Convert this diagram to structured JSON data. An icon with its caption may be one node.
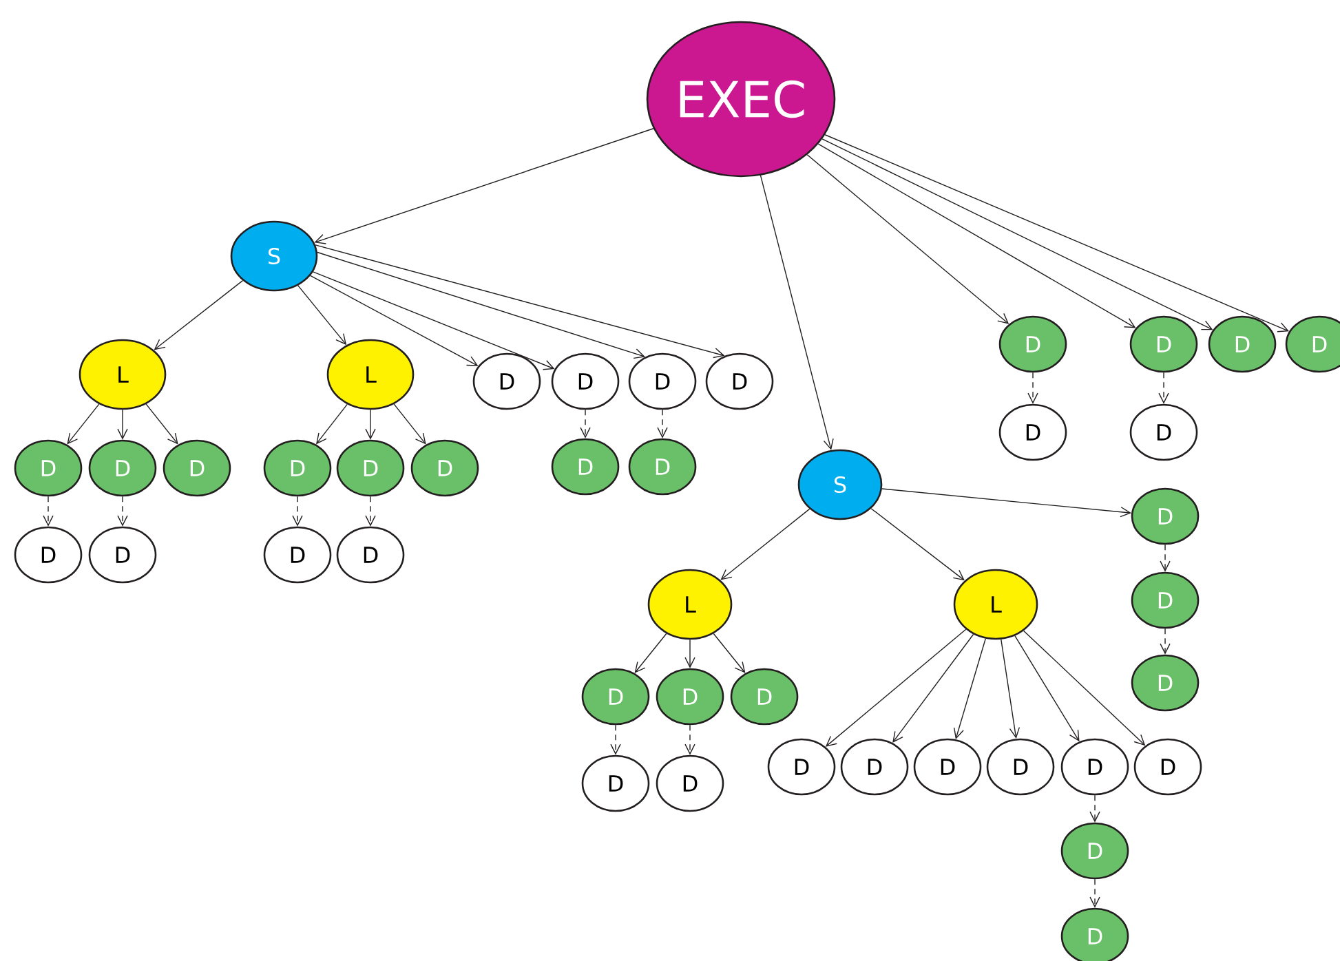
{
  "diagram": {
    "nodes": [
      {
        "text": [
          "EXEC"
        ]
      },
      {
        "text": [
          "S"
        ]
      },
      {
        "text": [
          "L"
        ]
      },
      {
        "text": [
          "L"
        ]
      },
      {
        "text": [
          "D"
        ]
      },
      {
        "text": [
          "D"
        ]
      },
      {
        "text": [
          "D"
        ]
      },
      {
        "text": [
          "D"
        ]
      },
      {
        "text": [
          "D"
        ]
      },
      {
        "text": [
          "D"
        ]
      },
      {
        "text": [
          "D"
        ]
      },
      {
        "text": [
          "D"
        ]
      },
      {
        "text": [
          "D"
        ]
      },
      {
        "text": [
          "D"
        ]
      },
      {
        "text": [
          "D"
        ]
      },
      {
        "text": [
          "D"
        ]
      },
      {
        "text": [
          "D"
        ]
      },
      {
        "text": [
          "D"
        ]
      },
      {
        "text": [
          "D"
        ]
      },
      {
        "text": [
          "D"
        ]
      },
      {
        "text": [
          "D"
        ]
      },
      {
        "text": [
          "D"
        ]
      },
      {
        "text": [
          "S"
        ]
      },
      {
        "text": [
          "D"
        ]
      },
      {
        "text": [
          "D"
        ]
      },
      {
        "text": [
          "D"
        ]
      },
      {
        "text": [
          "D"
        ]
      },
      {
        "text": [
          "D"
        ]
      },
      {
        "text": [
          "D"
        ]
      },
      {
        "text": [
          "L"
        ]
      },
      {
        "text": [
          "L"
        ]
      },
      {
        "text": [
          "D"
        ]
      },
      {
        "text": [
          "D"
        ]
      },
      {
        "text": [
          "D"
        ]
      },
      {
        "text": [
          "D"
        ]
      },
      {
        "text": [
          "D"
        ]
      },
      {
        "text": [
          "D"
        ]
      },
      {
        "text": [
          "D"
        ]
      },
      {
        "text": [
          "D"
        ]
      },
      {
        "text": [
          "D"
        ]
      },
      {
        "text": [
          "D"
        ]
      },
      {
        "text": [
          "D"
        ]
      },
      {
        "text": [
          "D"
        ]
      },
      {
        "text": [
          "D"
        ]
      },
      {
        "text": [
          "D"
        ]
      }
    ],
    "edges": [
      {
        "from": 0,
        "to": 1,
        "arrow": "to"
      },
      {
        "from": 0,
        "to": 22,
        "arrow": "to"
      },
      {
        "from": 0,
        "to": 8,
        "arrow": "to"
      },
      {
        "from": 0,
        "to": 9,
        "arrow": "to"
      },
      {
        "from": 0,
        "to": 10,
        "arrow": "to"
      },
      {
        "from": 0,
        "to": 11,
        "arrow": "to"
      },
      {
        "from": 1,
        "to": 2,
        "arrow": "to"
      },
      {
        "from": 1,
        "to": 3,
        "arrow": "to"
      },
      {
        "from": 1,
        "to": 4,
        "arrow": "to"
      },
      {
        "from": 1,
        "to": 5,
        "arrow": "to"
      },
      {
        "from": 1,
        "to": 6,
        "arrow": "to"
      },
      {
        "from": 1,
        "to": 7,
        "arrow": "to"
      },
      {
        "from": 2,
        "to": 14,
        "arrow": "to"
      },
      {
        "from": 2,
        "to": 15,
        "arrow": "to"
      },
      {
        "from": 2,
        "to": 16,
        "arrow": "to"
      },
      {
        "from": 3,
        "to": 17,
        "arrow": "to"
      },
      {
        "from": 3,
        "to": 18,
        "arrow": "to"
      },
      {
        "from": 3,
        "to": 19,
        "arrow": "to"
      },
      {
        "from": 14,
        "to": 24,
        "arrow": "to",
        "style": "dashed"
      },
      {
        "from": 15,
        "to": 25,
        "arrow": "to",
        "style": "dashed"
      },
      {
        "from": 17,
        "to": 26,
        "arrow": "to",
        "style": "dashed"
      },
      {
        "from": 18,
        "to": 27,
        "arrow": "to",
        "style": "dashed"
      },
      {
        "from": 5,
        "to": 20,
        "arrow": "to",
        "style": "dashed"
      },
      {
        "from": 6,
        "to": 21,
        "arrow": "to",
        "style": "dashed"
      },
      {
        "from": 8,
        "to": 12,
        "arrow": "to",
        "style": "dashed"
      },
      {
        "from": 9,
        "to": 13,
        "arrow": "to",
        "style": "dashed"
      },
      {
        "from": 22,
        "to": 29,
        "arrow": "to"
      },
      {
        "from": 22,
        "to": 30,
        "arrow": "to"
      },
      {
        "from": 22,
        "to": 23,
        "arrow": "to"
      },
      {
        "from": 23,
        "to": 28,
        "arrow": "to",
        "style": "dashed"
      },
      {
        "from": 28,
        "to": 31,
        "arrow": "to",
        "style": "dashed"
      },
      {
        "from": 29,
        "to": 32,
        "arrow": "to"
      },
      {
        "from": 29,
        "to": 33,
        "arrow": "to"
      },
      {
        "from": 29,
        "to": 34,
        "arrow": "to"
      },
      {
        "from": 32,
        "to": 41,
        "arrow": "to",
        "style": "dashed"
      },
      {
        "from": 33,
        "to": 42,
        "arrow": "to",
        "style": "dashed"
      },
      {
        "from": 30,
        "to": 35,
        "arrow": "to"
      },
      {
        "from": 30,
        "to": 36,
        "arrow": "to"
      },
      {
        "from": 30,
        "to": 37,
        "arrow": "to"
      },
      {
        "from": 30,
        "to": 38,
        "arrow": "to"
      },
      {
        "from": 30,
        "to": 39,
        "arrow": "to"
      },
      {
        "from": 30,
        "to": 40,
        "arrow": "to"
      },
      {
        "from": 39,
        "to": 43,
        "arrow": "to",
        "style": "dashed"
      },
      {
        "from": 43,
        "to": 44,
        "arrow": "to",
        "style": "dashed"
      }
    ]
  }
}
